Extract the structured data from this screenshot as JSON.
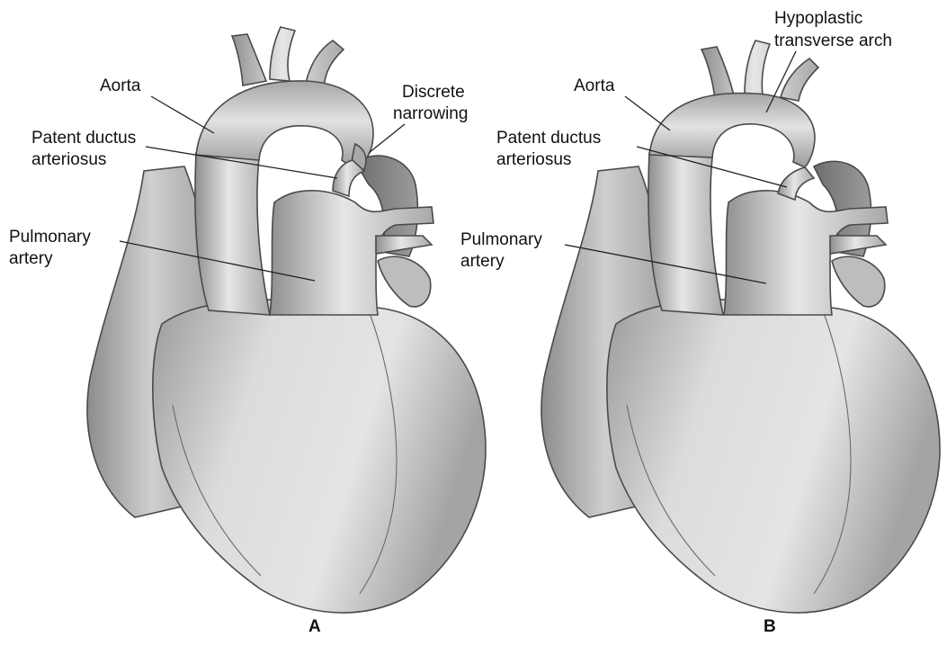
{
  "panels": [
    {
      "letter": "A",
      "labels": {
        "aorta": "Aorta",
        "narrowing_1": "Discrete",
        "narrowing_2": "narrowing",
        "ductus_1": "Patent ductus",
        "ductus_2": "arteriosus",
        "pulmonary_1": "Pulmonary",
        "pulmonary_2": "artery"
      }
    },
    {
      "letter": "B",
      "labels": {
        "arch_1": "Hypoplastic",
        "arch_2": "transverse arch",
        "aorta": "Aorta",
        "ductus_1": "Patent ductus",
        "ductus_2": "arteriosus",
        "pulmonary_1": "Pulmonary",
        "pulmonary_2": "artery"
      }
    }
  ]
}
